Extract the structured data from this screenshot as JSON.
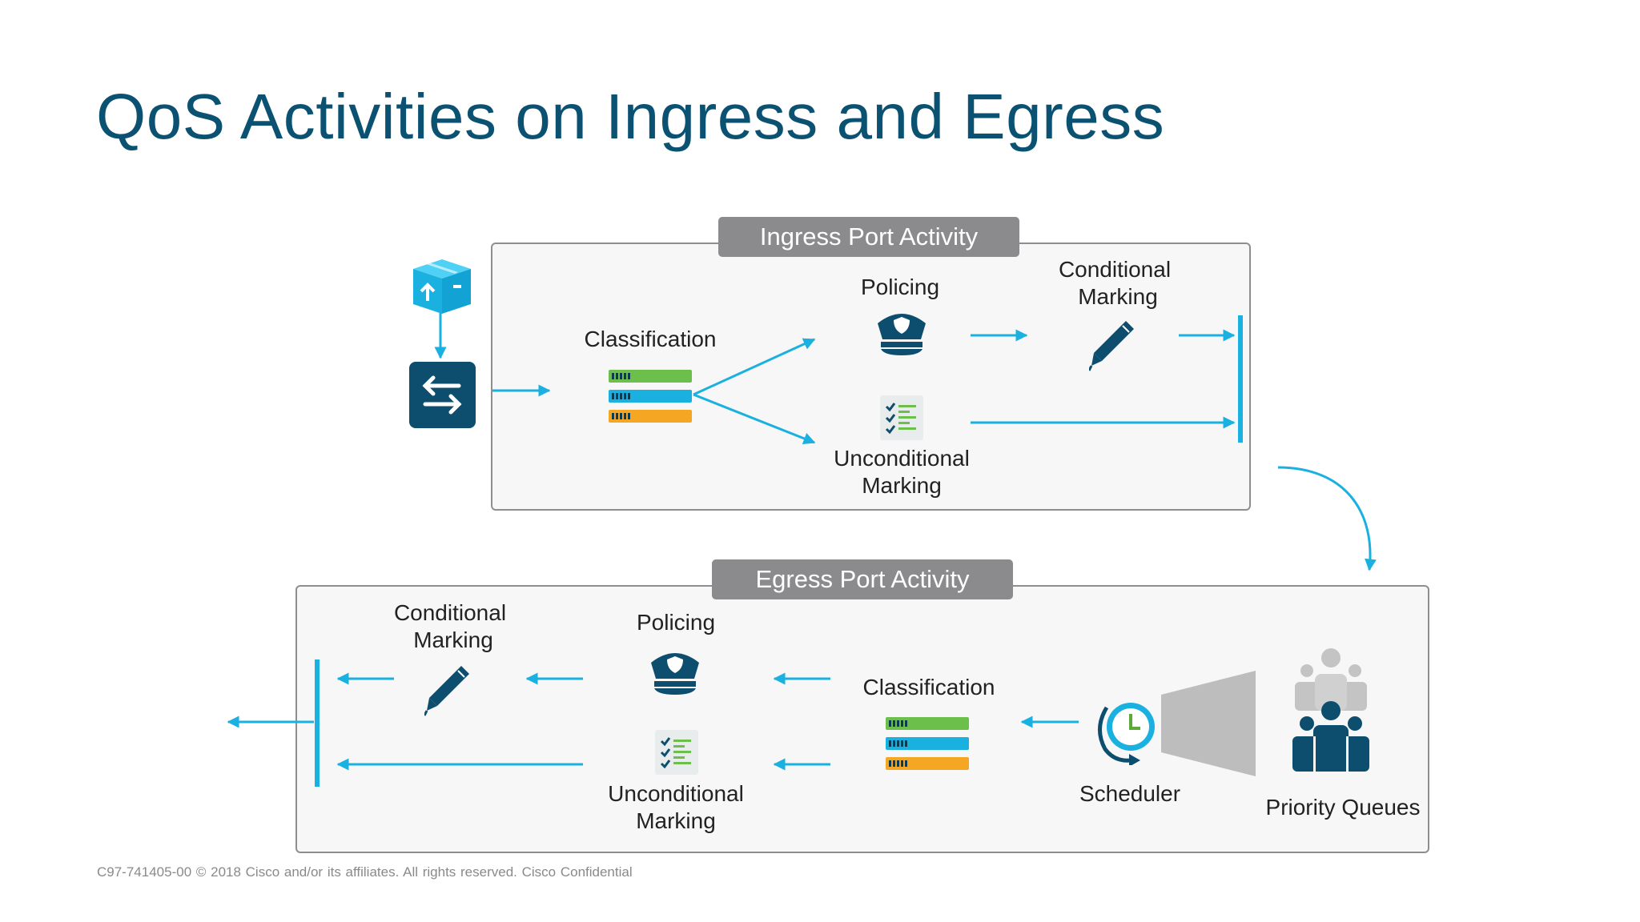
{
  "slide": {
    "title": "QoS Activities on Ingress and Egress",
    "footer": "C97-741405-00 © 2018  Cisco and/or its affiliates. All rights reserved.   Cisco Confidential"
  },
  "ingress": {
    "tab_label": "Ingress Port Activity",
    "classification": "Classification",
    "policing": "Policing",
    "conditional_marking": [
      "Conditional",
      "Marking"
    ],
    "unconditional_marking": [
      "Unconditional",
      "Marking"
    ]
  },
  "egress": {
    "tab_label": "Egress Port Activity",
    "conditional_marking": [
      "Conditional",
      "Marking"
    ],
    "policing": "Policing",
    "unconditional_marking": [
      "Unconditional",
      "Marking"
    ],
    "classification": "Classification",
    "scheduler": "Scheduler",
    "priority_queues": "Priority Queues"
  },
  "colors": {
    "title": "#0b5172",
    "arrow": "#1ab0e0",
    "navy": "#0d4e6e",
    "tab": "#8b8b8d",
    "green_bar": "#6cbf4a",
    "blue_bar": "#1ab0e0",
    "orange_bar": "#f5a623"
  },
  "icons": [
    "package-upload-icon",
    "switch-icon",
    "classification-bars-icon",
    "police-hat-icon",
    "checklist-icon",
    "pen-icon",
    "scheduler-clock-icon",
    "funnel-icon",
    "people-queue-icon"
  ]
}
